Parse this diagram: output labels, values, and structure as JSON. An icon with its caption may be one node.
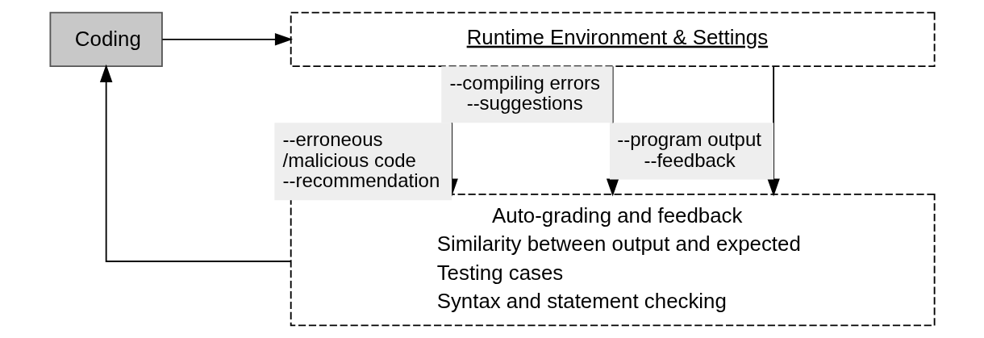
{
  "diagram": {
    "nodes": [
      {
        "text": [
          "Coding"
        ]
      },
      {
        "text": [
          "Runtime Environment & Settings"
        ]
      },
      {
        "text": [
          "Auto-grading and feedback",
          "Similarity between output and expected",
          "Testing cases",
          "Syntax and statement checking"
        ]
      }
    ],
    "edges": [
      {
        "from": 0,
        "to": 1,
        "arrow": "to"
      },
      {
        "from": 1,
        "to": 2,
        "arrow": "to",
        "label": "--erroneous /malicious code --recommendation"
      },
      {
        "from": 1,
        "to": 2,
        "arrow": "to",
        "label": "--compiling errors --suggestions"
      },
      {
        "from": 1,
        "to": 2,
        "arrow": "to",
        "label": "--program output --feedback"
      },
      {
        "from": 2,
        "to": 0,
        "arrow": "to"
      }
    ]
  }
}
